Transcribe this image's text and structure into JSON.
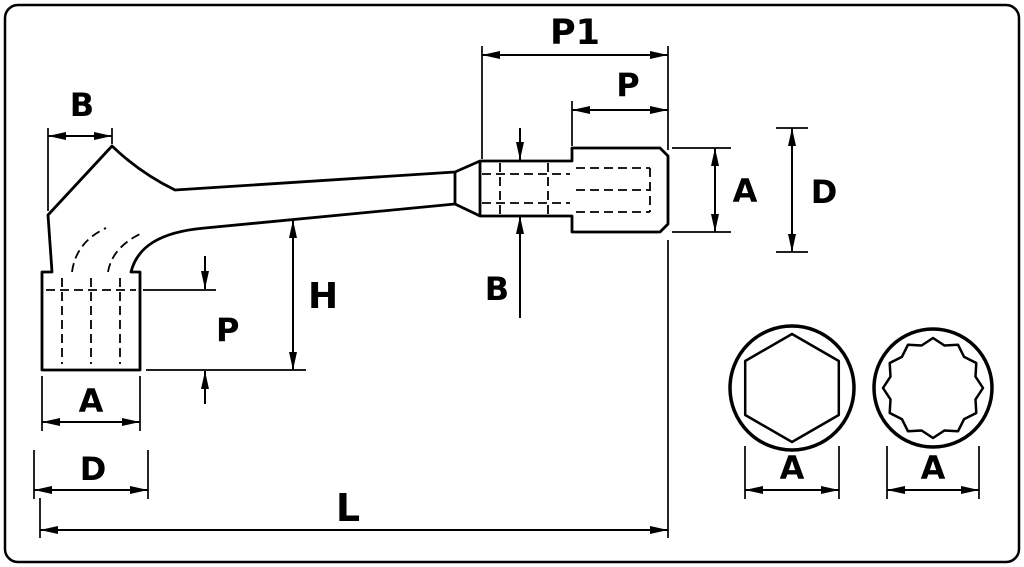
{
  "diagram": {
    "type": "technical-drawing",
    "subject": "angled-socket-wrench-with-end-views",
    "stroke_color": "#000000",
    "background_color": "#ffffff",
    "dimensions": {
      "b_top_left": "B",
      "p1_top": "P1",
      "p_top_right": "P",
      "a_right": "A",
      "d_right": "D",
      "b_middle": "B",
      "h_middle": "H",
      "p_left": "P",
      "a_bottom_left": "A",
      "d_bottom_left": "D",
      "l_overall": "L",
      "a_hex_socket": "A",
      "a_double_hex_socket": "A"
    }
  }
}
